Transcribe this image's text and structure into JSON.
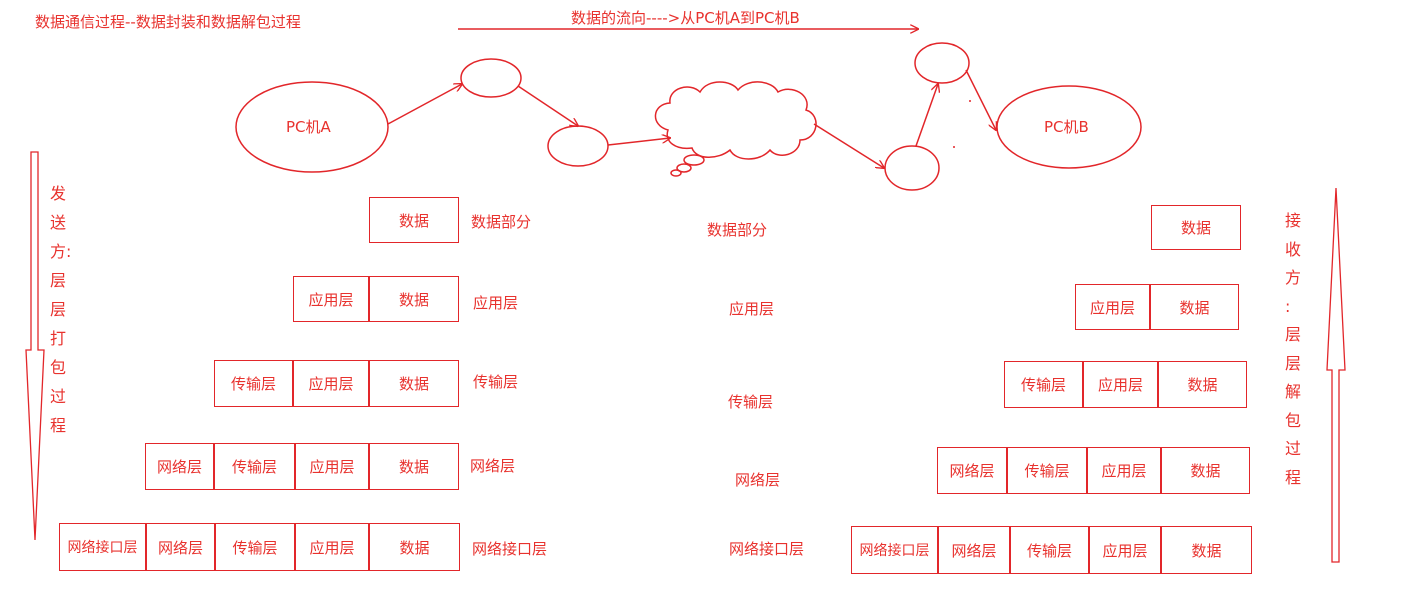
{
  "title": "数据通信过程--数据封装和数据解包过程",
  "flow_label": "数据的流向---->从PC机A到PC机B",
  "pc_a": "PC机A",
  "pc_b": "PC机B",
  "sender_label_chars": [
    "发",
    "送",
    "方:",
    "层",
    "层",
    "打",
    "包",
    "过",
    "程"
  ],
  "receiver_label_chars": [
    "接",
    "收",
    "方",
    ":",
    "层",
    "层",
    "解",
    "包",
    "过",
    "程"
  ],
  "sender_rows": [
    {
      "cells": [
        "数据"
      ],
      "side_label": "数据部分"
    },
    {
      "cells": [
        "应用层",
        "数据"
      ],
      "side_label": "应用层"
    },
    {
      "cells": [
        "传输层",
        "应用层",
        "数据"
      ],
      "side_label": "传输层"
    },
    {
      "cells": [
        "网络层",
        "传输层",
        "应用层",
        "数据"
      ],
      "side_label": "网络层"
    },
    {
      "cells": [
        "网络接口层",
        "网络层",
        "传输层",
        "应用层",
        "数据"
      ],
      "side_label": "网络接口层"
    }
  ],
  "middle_labels": [
    "数据部分",
    "应用层",
    "传输层",
    "网络层",
    "网络接口层"
  ],
  "receiver_rows": [
    {
      "cells": [
        "数据"
      ]
    },
    {
      "cells": [
        "应用层",
        "数据"
      ]
    },
    {
      "cells": [
        "传输层",
        "应用层",
        "数据"
      ]
    },
    {
      "cells": [
        "网络层",
        "传输层",
        "应用层",
        "数据"
      ]
    },
    {
      "cells": [
        "网络接口层",
        "网络层",
        "传输层",
        "应用层",
        "数据"
      ]
    }
  ],
  "colors": {
    "stroke": "#e2262a",
    "text": "#e8322e"
  }
}
